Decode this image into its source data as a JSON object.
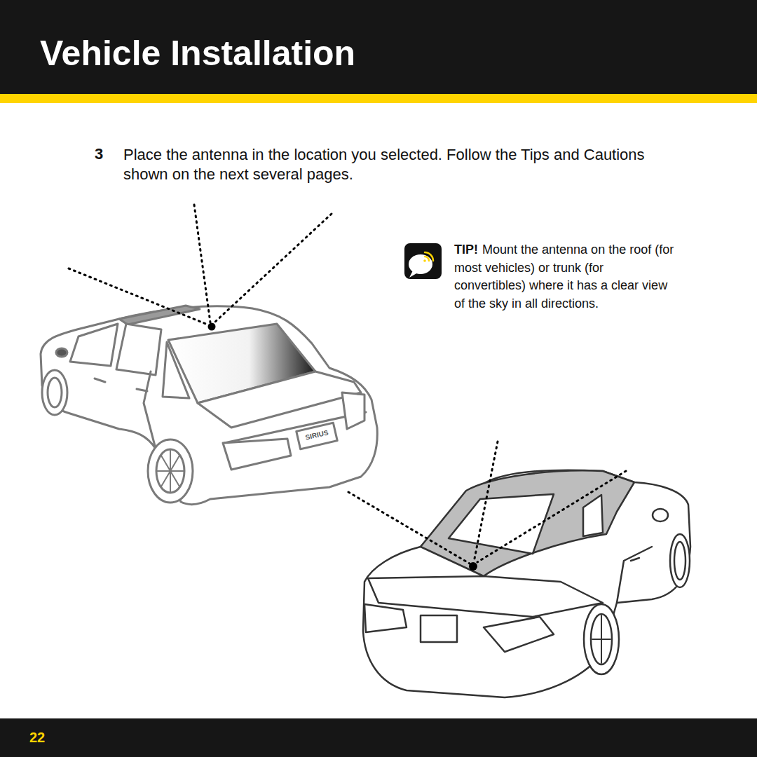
{
  "diagram": {
    "title": "Vehicle Installation",
    "labels": [
      "3",
      "Place the antenna in the location you selected. Follow the Tips and Cautions shown on the next several pages.",
      "TIP!",
      "Mount the antenna on the roof (for most vehicles) or trunk (for convertibles) where it has a clear view of the sky in all directions.",
      "SIRIUS",
      "22"
    ]
  }
}
